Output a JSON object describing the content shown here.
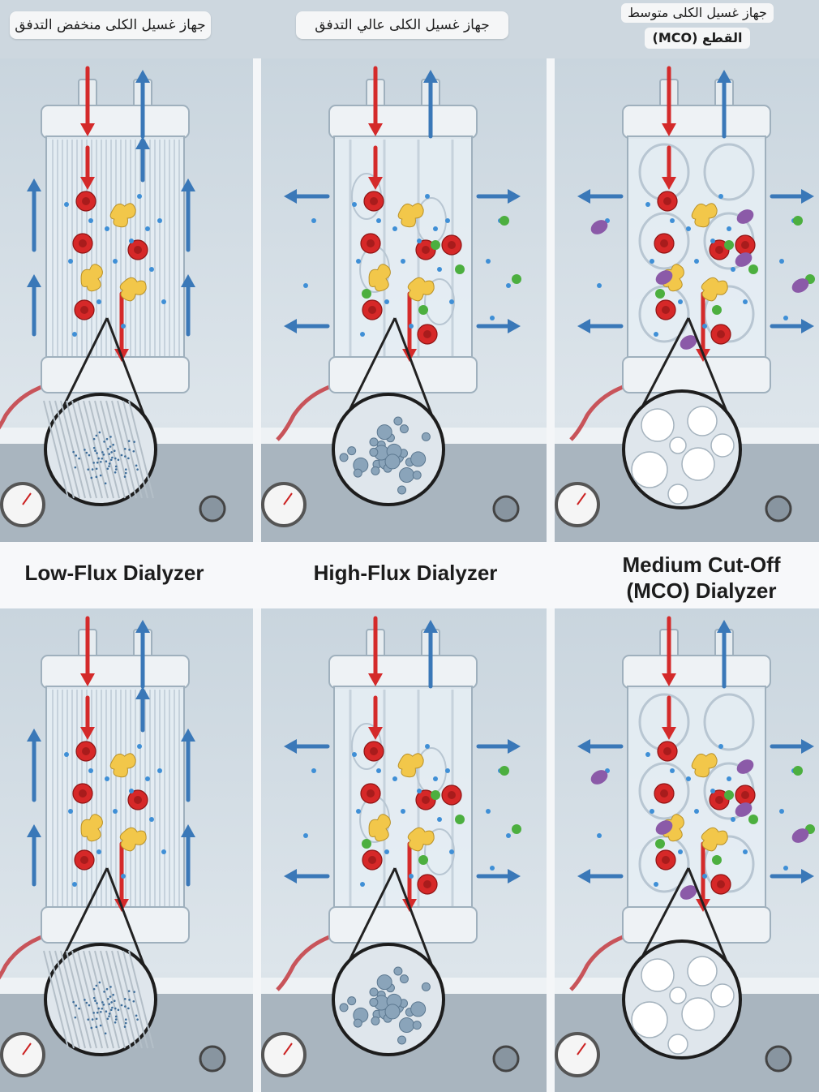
{
  "arabic_labels": {
    "low_flux": "جهاز غسيل الكلى منخفض التدفق",
    "high_flux": "جهاز غسيل الكلى عالي التدفق",
    "mco_line1": "جهاز غسيل الكلى متوسط",
    "mco_line2": "القطع (MCO)"
  },
  "english_labels": {
    "low_flux": "Low-Flux Dialyzer",
    "high_flux": "High-Flux Dialyzer",
    "mco_line1": "Medium Cut-Off",
    "mco_line2": "(MCO) Dialyzer"
  },
  "colors": {
    "blood_flow_arrow": "#d42a2a",
    "dialysate_arrow": "#3a78b8",
    "red_cell": "#d62828",
    "protein": "#f2c74a",
    "small_solute": "#3f8fd6",
    "middle_molecule": "#4caf3f",
    "large_molecule": "#8b5aa8",
    "background": "#c6d3dd"
  }
}
